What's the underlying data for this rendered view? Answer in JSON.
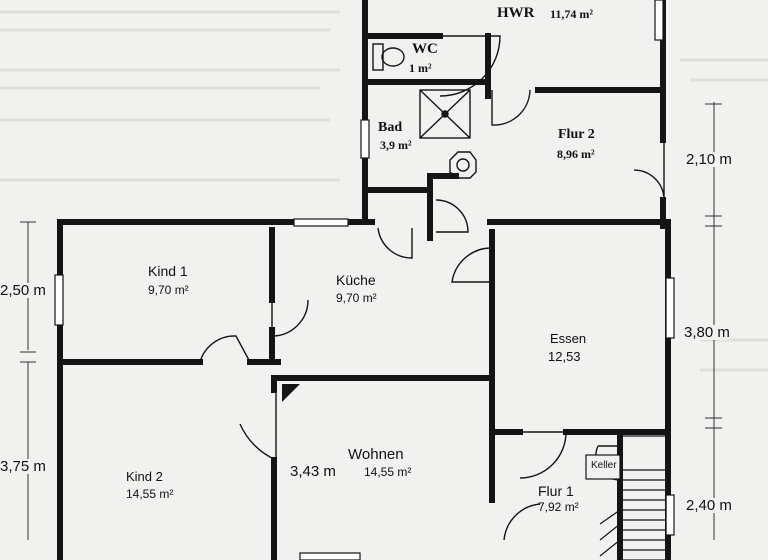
{
  "rooms": {
    "hwr": {
      "name": "HWR",
      "area": "11,74 m²"
    },
    "wc": {
      "name": "WC",
      "area": "1 m²"
    },
    "bad": {
      "name": "Bad",
      "area": "3,9 m²"
    },
    "flur2": {
      "name": "Flur 2",
      "area": "8,96 m²"
    },
    "kind1": {
      "name": "Kind 1",
      "area": "9,70 m²"
    },
    "kueche": {
      "name": "Küche",
      "area": "9,70 m²"
    },
    "essen": {
      "name": "Essen",
      "area": "12,53"
    },
    "kind2": {
      "name": "Kind 2",
      "area": "14,55 m²"
    },
    "wohnen": {
      "name": "Wohnen",
      "area": "14,55 m²"
    },
    "flur1": {
      "name": "Flur 1",
      "area": "7,92 m²"
    },
    "keller": {
      "name": "Keller"
    }
  },
  "dimensions": {
    "right_top": "2,10 m",
    "right_middle": "3,80 m",
    "right_bottom": "2,40 m",
    "left_top": "2,50 m",
    "left_bottom": "3,75 m",
    "wohnen_width": "3,43 m"
  },
  "colors": {
    "wall": "#141414",
    "background": "#f1f1ef",
    "window": "#ffffff"
  }
}
